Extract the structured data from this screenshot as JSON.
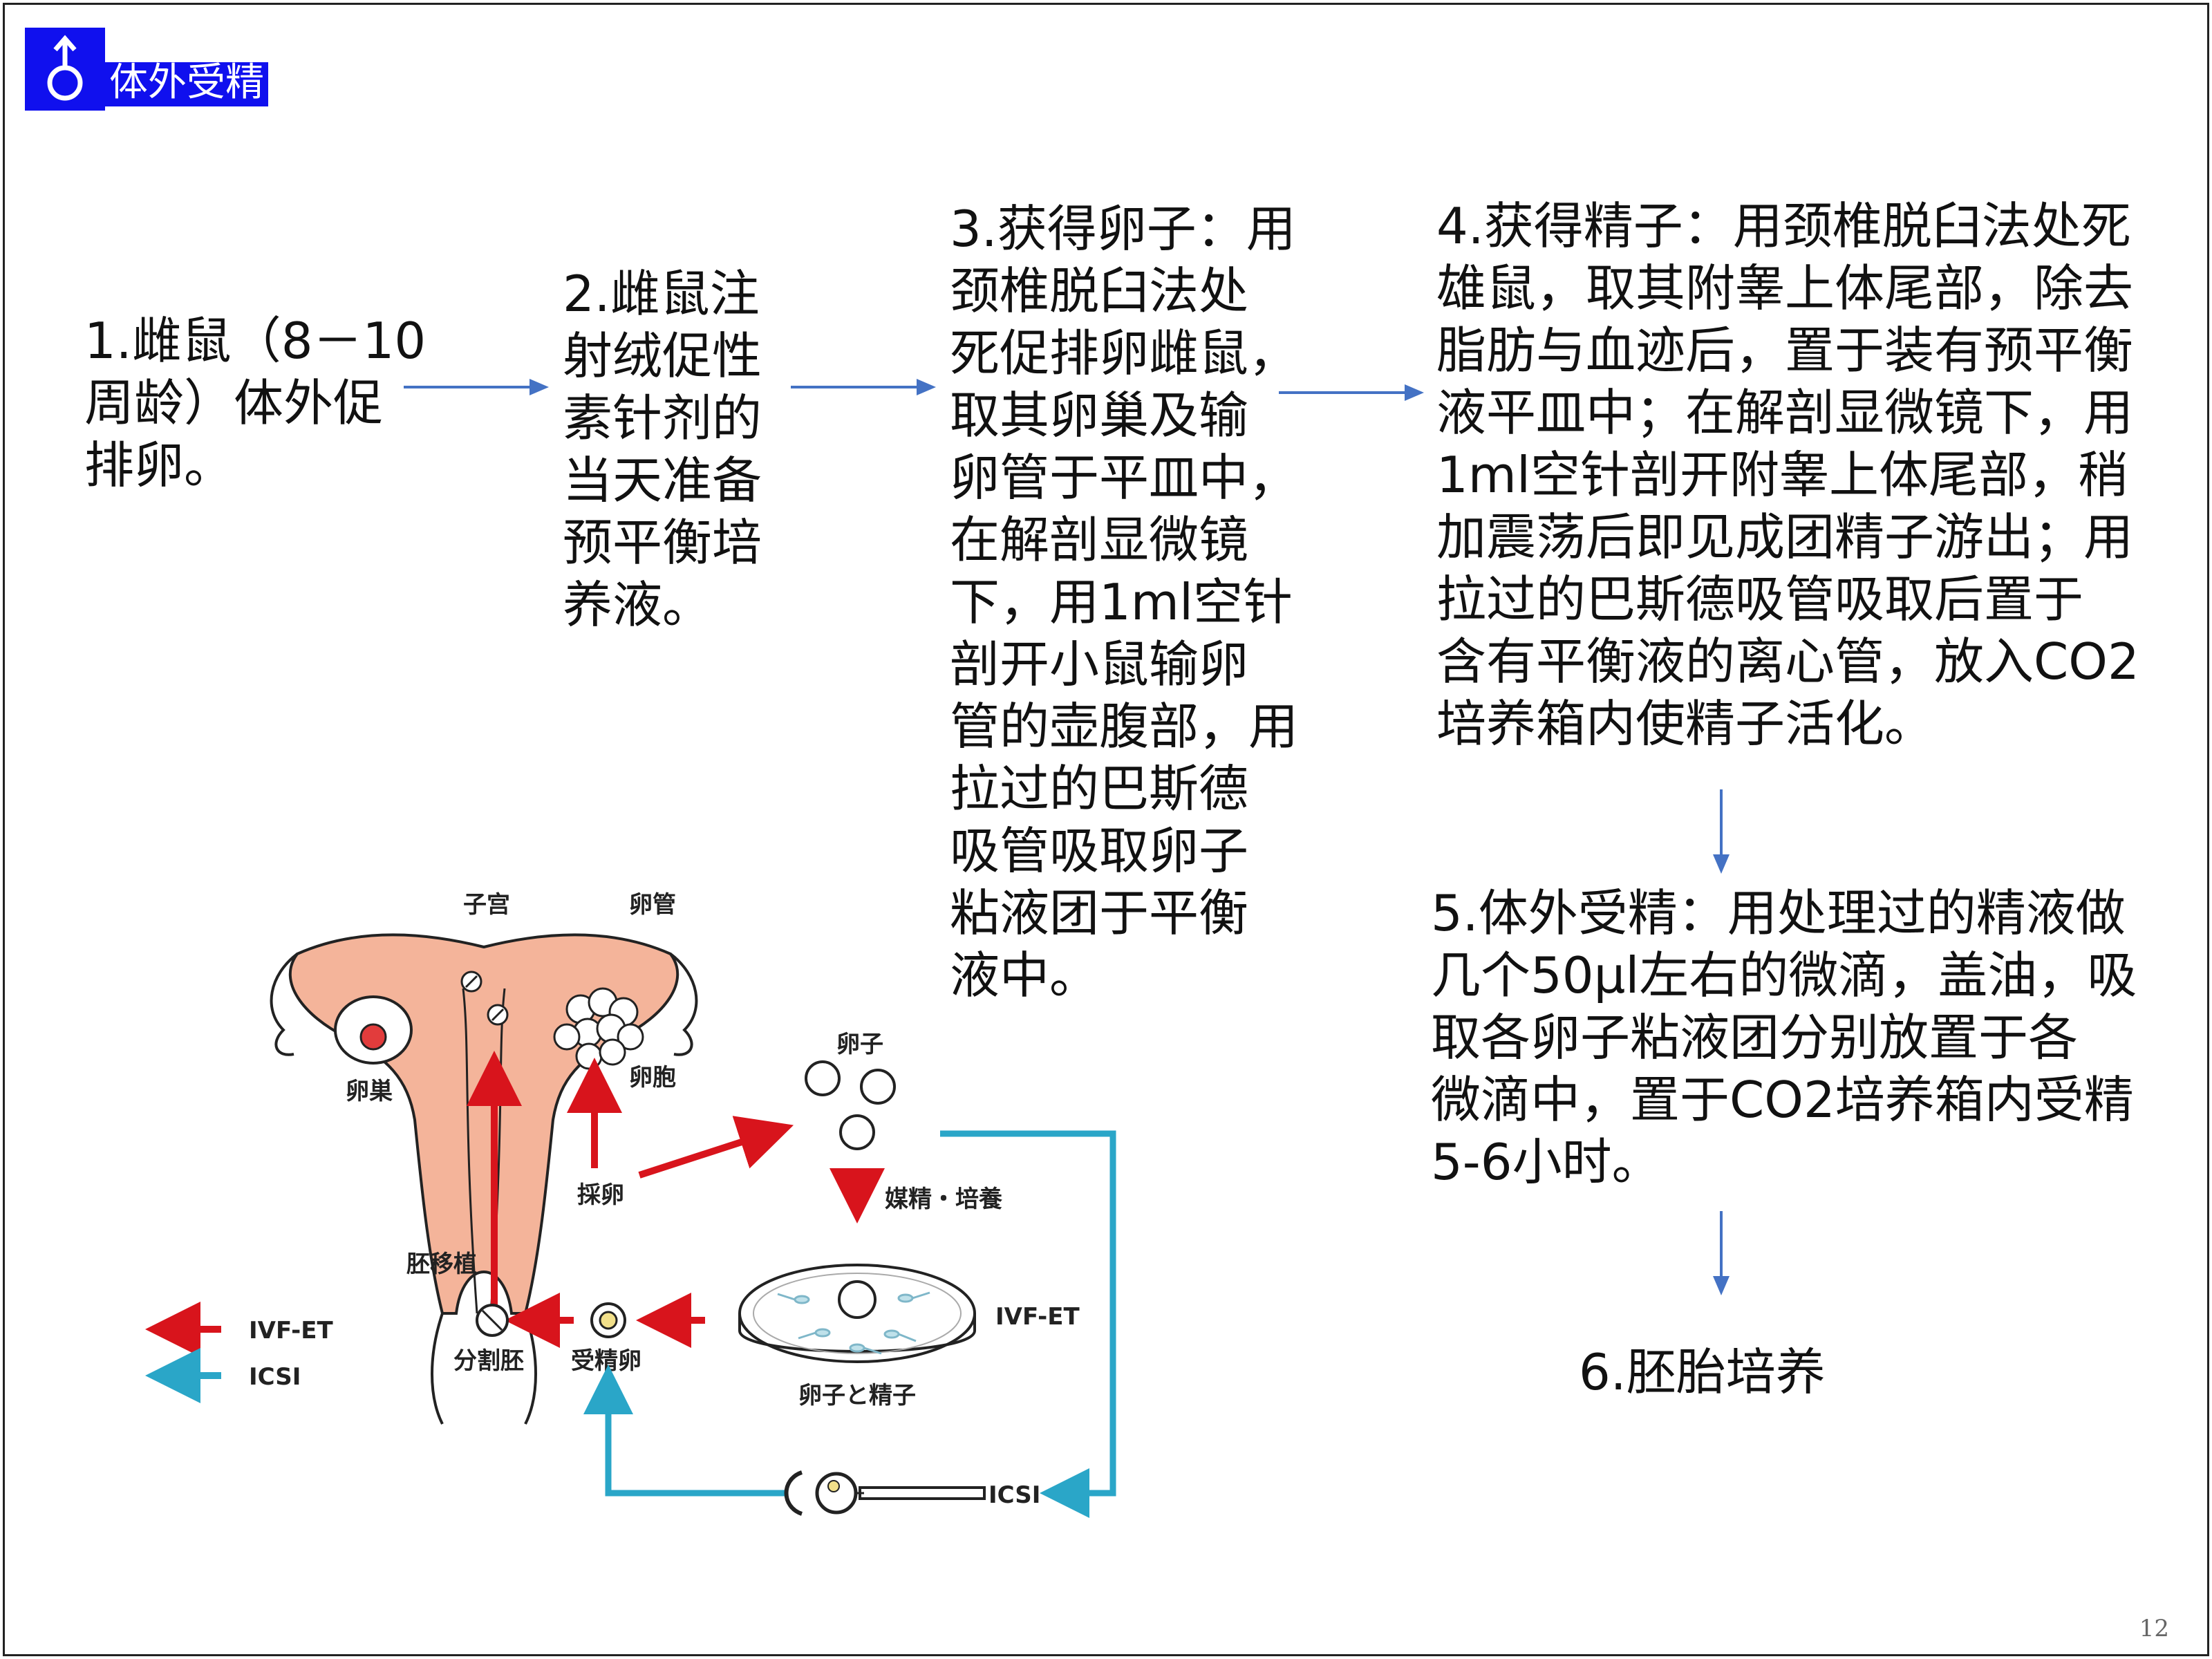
{
  "header": {
    "icon": "male-symbol-icon",
    "title": "体外受精"
  },
  "steps": [
    {
      "id": "step-1",
      "text": "1.雌鼠（8－10\n周龄）体外促\n排卵。"
    },
    {
      "id": "step-2",
      "text": "2.雌鼠注\n射绒促性\n素针剂的\n当天准备\n预平衡培\n养液。"
    },
    {
      "id": "step-3",
      "text": "3.获得卵子：用\n颈椎脱臼法处\n死促排卵雌鼠，\n取其卵巢及输\n卵管于平皿中，\n在解剖显微镜\n下，用1ml空针\n剖开小鼠输卵\n管的壶腹部，用\n拉过的巴斯德\n吸管吸取卵子\n粘液团于平衡\n液中。"
    },
    {
      "id": "step-4",
      "text": "4.获得精子：用颈椎脱臼法处死\n雄鼠，取其附睾上体尾部，除去\n脂肪与血迹后，置于装有预平衡\n液平皿中；在解剖显微镜下，用\n1ml空针剖开附睾上体尾部，稍\n加震荡后即见成团精子游出；用\n拉过的巴斯德吸管吸取后置于\n含有平衡液的离心管，放入CO2\n培养箱内使精子活化。"
    },
    {
      "id": "step-5",
      "text": "5.体外受精：用处理过的精液做\n几个50μl左右的微滴，盖油，吸\n取各卵子粘液团分别放置于各\n微滴中，置于CO2培养箱内受精\n5-6小时。"
    },
    {
      "id": "step-6",
      "text": "6.胚胎培养"
    }
  ],
  "diagram": {
    "labels": {
      "uterus": "子宫",
      "oviduct": "卵管",
      "ovary": "卵巣",
      "follicle": "卵胞",
      "oocyte": "卵子",
      "egg_retrieval": "採卵",
      "insemination": "媒精・培養",
      "embryo_transfer": "胚移植",
      "dish_caption": "卵子と精子",
      "dish_method": "IVF-ET",
      "cleavage_embryo": "分割胚",
      "fertilized_egg": "受精卵",
      "icsi": "ICSI"
    },
    "legend": [
      {
        "label": "IVF-ET",
        "color": "#d8141c"
      },
      {
        "label": "ICSI",
        "color": "#2aa6c8"
      }
    ],
    "colors": {
      "red_arrow": "#d8141c",
      "blue_path": "#2aa6c8",
      "uterus_fill": "#f4b49a",
      "outline": "#222222"
    }
  },
  "colors": {
    "flow_arrow": "#4472c4",
    "header_bg": "#1010ee"
  },
  "page_number": "12"
}
